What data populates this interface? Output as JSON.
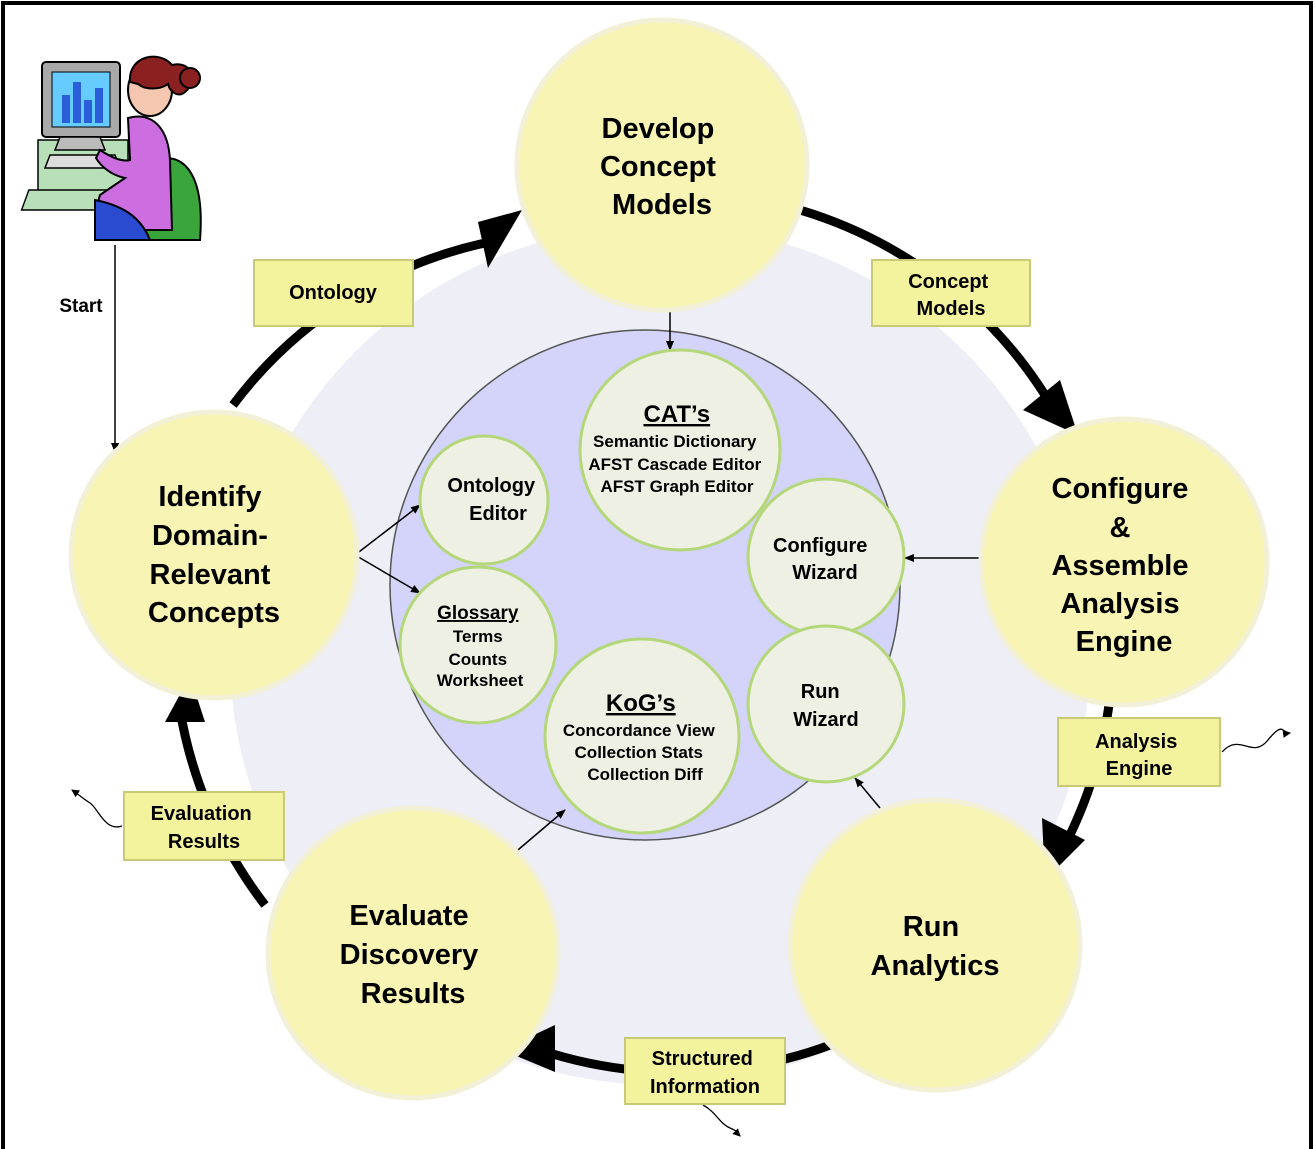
{
  "colors": {
    "big_circle_fill": "#f7f4b4",
    "big_circle_stroke": "#f2f0d6",
    "ring_fill": "#eeeef6",
    "inner_disc_fill": "#d4d4fa",
    "tool_circle_fill": "#eef0e4",
    "tool_circle_stroke": "#b4d77a",
    "label_box_fill": "#f4f39d",
    "label_box_stroke": "#c9c97a",
    "cycle_arrow": "#000000"
  },
  "start_label": "Start",
  "stages": {
    "develop": [
      "Develop",
      "Concept",
      "Models"
    ],
    "configure": [
      "Configure",
      "&",
      "Assemble",
      "Analysis",
      "Engine"
    ],
    "run": [
      "Run",
      "Analytics"
    ],
    "evaluate": [
      "Evaluate",
      "Discovery",
      "Results"
    ],
    "identify": [
      "Identify",
      "Domain-",
      "Relevant",
      "Concepts"
    ]
  },
  "artifacts": {
    "ontology": [
      "Ontology"
    ],
    "concept_models": [
      "Concept",
      "Models"
    ],
    "analysis_engine": [
      "Analysis",
      "Engine"
    ],
    "structured_information": [
      "Structured",
      "Information"
    ],
    "evaluation_results": [
      "Evaluation",
      "Results"
    ]
  },
  "tools": {
    "cats": {
      "title": "CAT’s",
      "items": [
        "Semantic Dictionary",
        "AFST Cascade Editor",
        "AFST Graph Editor"
      ]
    },
    "ontology_editor": {
      "lines": [
        "Ontology",
        "Editor"
      ]
    },
    "configure_wizard": {
      "lines": [
        "Configure",
        "Wizard"
      ]
    },
    "glossary": {
      "title": "Glossary",
      "items": [
        "Terms",
        "Counts",
        "Worksheet"
      ]
    },
    "kogs": {
      "title": "KoG’s",
      "items": [
        "Concordance View",
        "Collection Stats",
        "Collection Diff"
      ]
    },
    "run_wizard": {
      "lines": [
        "Run",
        "Wizard"
      ]
    }
  }
}
